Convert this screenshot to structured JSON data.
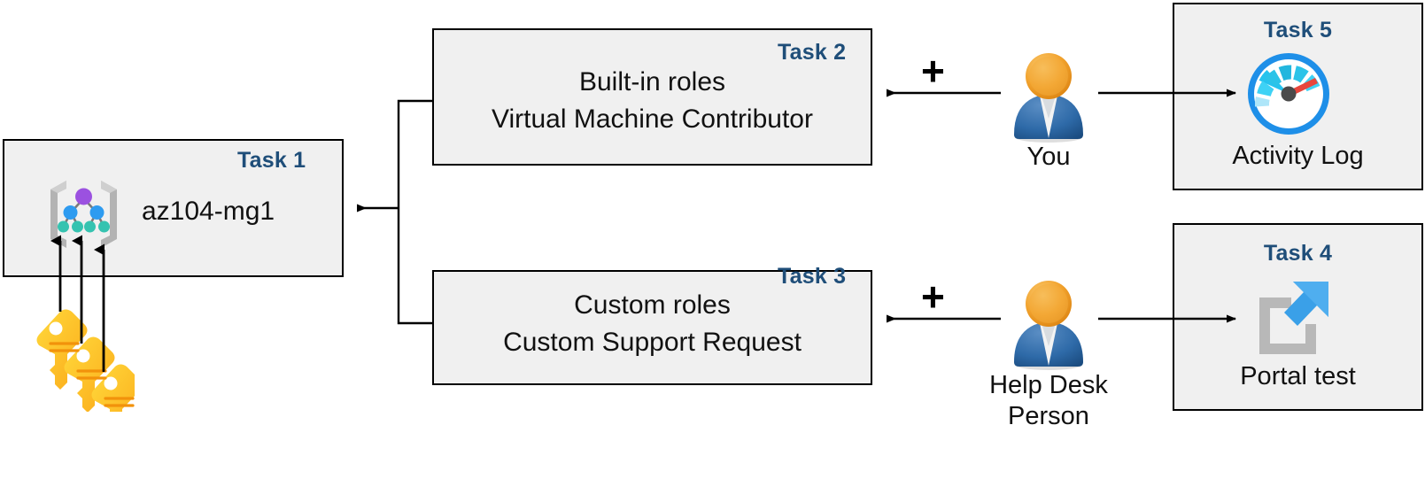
{
  "diagram": {
    "title": "Azure RBAC task diagram",
    "accent_color": "#1F4E79",
    "box_fill": "#F0F0F0",
    "box_stroke": "#000000"
  },
  "nodes": {
    "task1": {
      "task_label": "Task 1",
      "text": "az104-mg1",
      "icon": "management-group-icon"
    },
    "task2": {
      "task_label": "Task 2",
      "line1": "Built-in roles",
      "line2": "Virtual Machine Contributor"
    },
    "task3": {
      "task_label": "Task 3",
      "line1": "Custom roles",
      "line2": "Custom Support Request"
    },
    "task4": {
      "task_label": "Task 4",
      "caption": "Portal test",
      "icon": "external-link-icon"
    },
    "task5": {
      "task_label": "Task 5",
      "caption": "Activity Log",
      "icon": "gauge-icon"
    },
    "actor_you": {
      "caption": "You",
      "icon": "person-icon"
    },
    "actor_helpdesk": {
      "caption_line1": "Help Desk",
      "caption_line2": "Person",
      "icon": "person-icon"
    },
    "keys": {
      "icon": "keys-icon",
      "count": 3
    }
  },
  "connectors": {
    "plus_top": "+",
    "plus_bottom": "+"
  }
}
